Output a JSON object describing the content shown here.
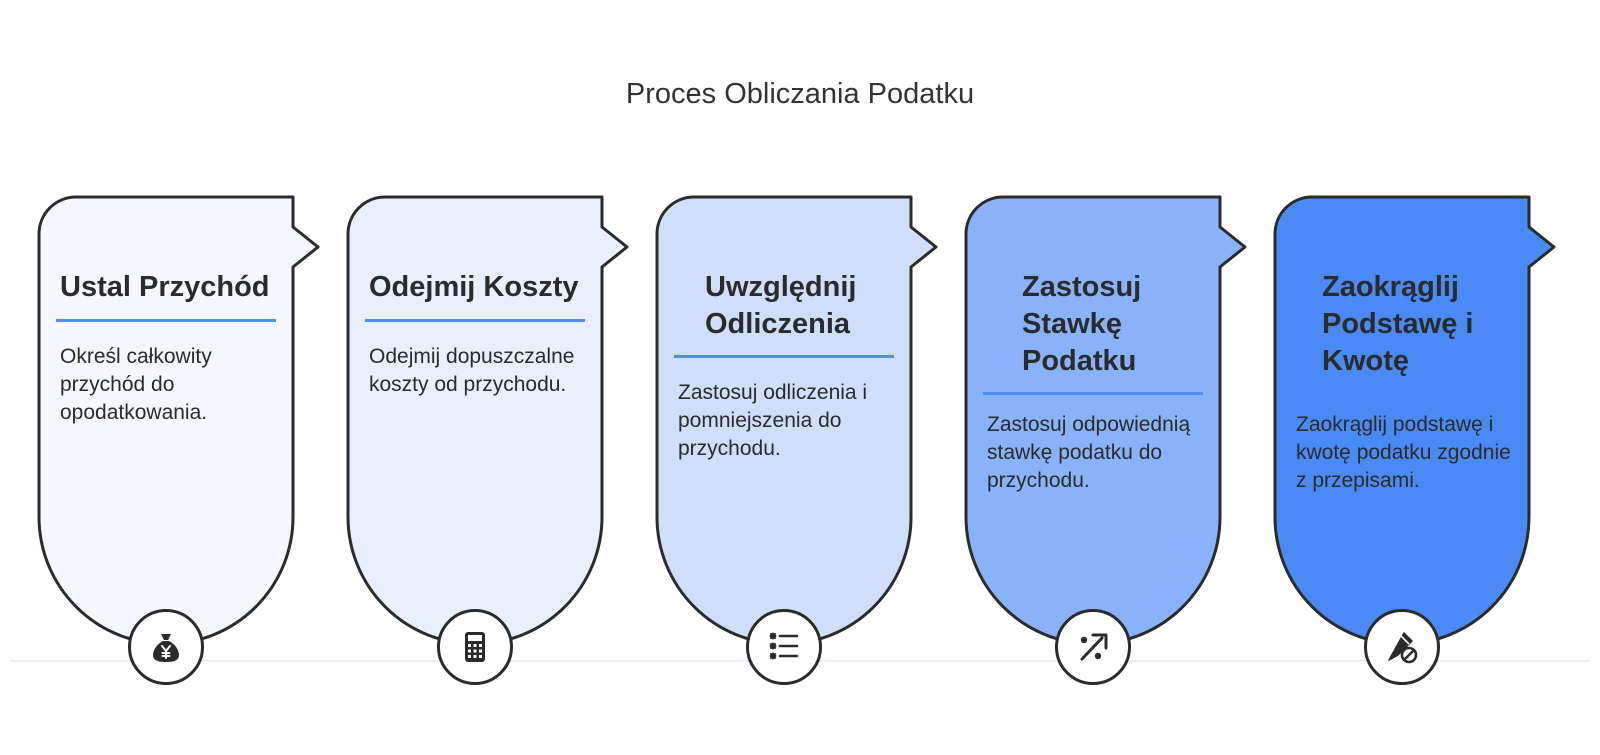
{
  "title": "Proces Obliczania Podatku",
  "steps": [
    {
      "title": "Ustal Przychód",
      "description": "Określ całkowity przychód do opodatkowania.",
      "icon": "money-bag-yen-icon",
      "fill": "#f4f7fd"
    },
    {
      "title": "Odejmij Koszty",
      "description": "Odejmij dopuszczalne koszty od przychodu.",
      "icon": "calculator-icon",
      "fill": "#e8f0fd"
    },
    {
      "title": "Uwzględnij Odliczenia",
      "description": "Zastosuj odliczenia i pomniejszenia do przychodu.",
      "icon": "checklist-icon",
      "fill": "#cfdffb"
    },
    {
      "title": "Zastosuj Stawkę Podatku",
      "description": "Zastosuj odpowiednią stawkę podatku do przychodu.",
      "icon": "percent-arrow-icon",
      "fill": "#88b2fa"
    },
    {
      "title": "Zaokrąglij Podstawę i Kwotę",
      "description": "Zaokrąglij podstawę i kwotę podatku zgodnie z przepisami.",
      "icon": "pen-edit-icon",
      "fill": "#4a8af5"
    }
  ],
  "colors": {
    "accent": "#4f8ef5",
    "outline": "#2b2b2b",
    "baseline": "#e7f0fa"
  }
}
